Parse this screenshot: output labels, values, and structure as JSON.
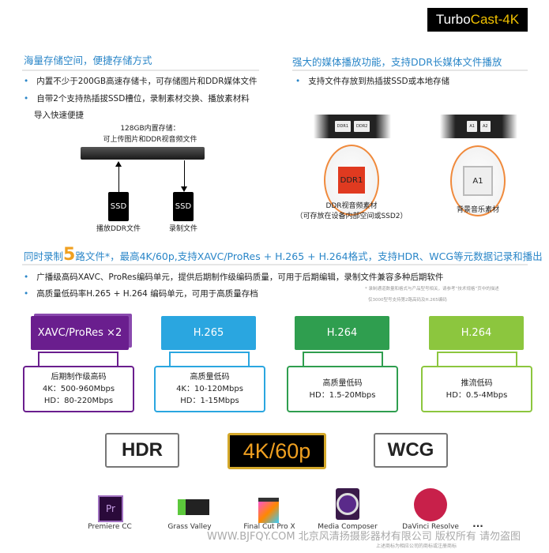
{
  "logo": {
    "part1": "Turbo",
    "part2": "Cast-4K"
  },
  "storage": {
    "heading": "海量存储空间，便捷存储方式",
    "bullets": [
      "内置不少于200GB高速存储卡，可存储图片和DDR媒体文件",
      "自带2个支持热插拔SSD槽位，录制素材交换、播放素材料",
      "导入快速便捷"
    ],
    "caption1": "128GB内置存储：",
    "caption2": "可上传图片和DDR视音频文件",
    "ssd": "SSD",
    "play_label": "播放DDR文件",
    "rec_label": "录制文件"
  },
  "playback": {
    "heading": "强大的媒体播放功能，支持DDR长媒体文件播放",
    "bullets": [
      "支持文件存放到热插拔SSD或本地存储"
    ],
    "ddr_keys": [
      "DDR1",
      "DDR2"
    ],
    "a_keys": [
      "A1",
      "A2"
    ],
    "ddr_btn": "DDR1",
    "a_btn": "A1",
    "ddr_label1": "DDR视音频素材",
    "ddr_label2": "（可存放在设备内部空间或SSD2）",
    "a_label": "背景音乐素材"
  },
  "record": {
    "heading_pre": "同时录制",
    "heading_num": "5",
    "heading_post": "路文件*，最高4K/60p,支持XAVC/ProRes + H.265 + H.264格式，支持HDR、WCG等元数据记录和播出",
    "bullets": [
      "广播级高码XAVC、ProRes编码单元，提供后期制作级编码质量，可用于后期编辑，录制文件兼容多种后期软件",
      "高质量低码率H.265 + H.264 编码单元，可用于高质量存档"
    ],
    "note1": "* 录制通道数量和格式与产品型号相关，请参考“技术规格”页中的描述",
    "note2": "仅3000型号支持第2路高码及H.265编码",
    "formats": [
      {
        "name": "XAVC/ProRes ×2",
        "title": "后期制作级高码",
        "l1": "4K：500-960Mbps",
        "l2": "HD：80-220Mbps",
        "color": "#6a1e8e"
      },
      {
        "name": "H.265",
        "title": "高质量低码",
        "l1": "4K：10-120Mbps",
        "l2": "HD：1-15Mbps",
        "color": "#2aa6e0"
      },
      {
        "name": "H.264",
        "title": "高质量低码",
        "l1": "HD：1.5-20Mbps",
        "l2": "",
        "color": "#2f9e4f"
      },
      {
        "name": "H.264",
        "title": "推流低码",
        "l1": "HD：0.5-4Mbps",
        "l2": "",
        "color": "#8cc63e"
      }
    ]
  },
  "badges": {
    "hdr": "HDR",
    "res": "4K/60p",
    "wcg": "WCG"
  },
  "apps": [
    "Premiere CC",
    "Grass Valley",
    "Final Cut Pro X",
    "Media Composer",
    "DaVinci Resolve",
    "..."
  ],
  "watermark": "WWW.BJFQY.COM 北京风清扬摄影器材有限公司 版权所有 请勿盗图",
  "trademark": "上述商标为相应公司的商标或注册商标"
}
